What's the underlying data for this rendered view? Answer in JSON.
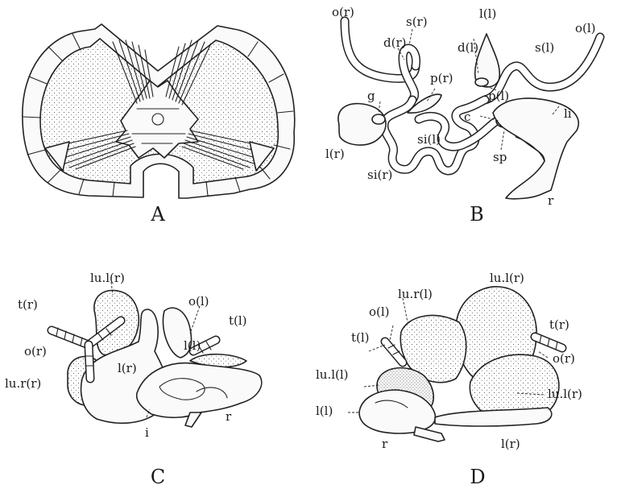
{
  "panels": {
    "A": {
      "caption": "A"
    },
    "B": {
      "caption": "B",
      "labels": [
        "o(r)",
        "s(r)",
        "d(r)",
        "l(l)",
        "d(l)",
        "s(l)",
        "o(l)",
        "p(r)",
        "g",
        "p(l)",
        "l(r)",
        "c",
        "li",
        "si(l)",
        "sp",
        "si(r)",
        "r"
      ]
    },
    "C": {
      "caption": "C",
      "labels": [
        "lu.l(r)",
        "t(r)",
        "o(l)",
        "t(l)",
        "o(r)",
        "l(l)",
        "l(r)",
        "lu.r(r)",
        "r",
        "i"
      ]
    },
    "D": {
      "caption": "D",
      "labels": [
        "lu.l(r)",
        "lu.r(l)",
        "o(l)",
        "t(r)",
        "t(l)",
        "o(r)",
        "lu.l(l)",
        "lu.l(r)",
        "l(l)",
        "r",
        "l(r)"
      ]
    }
  }
}
